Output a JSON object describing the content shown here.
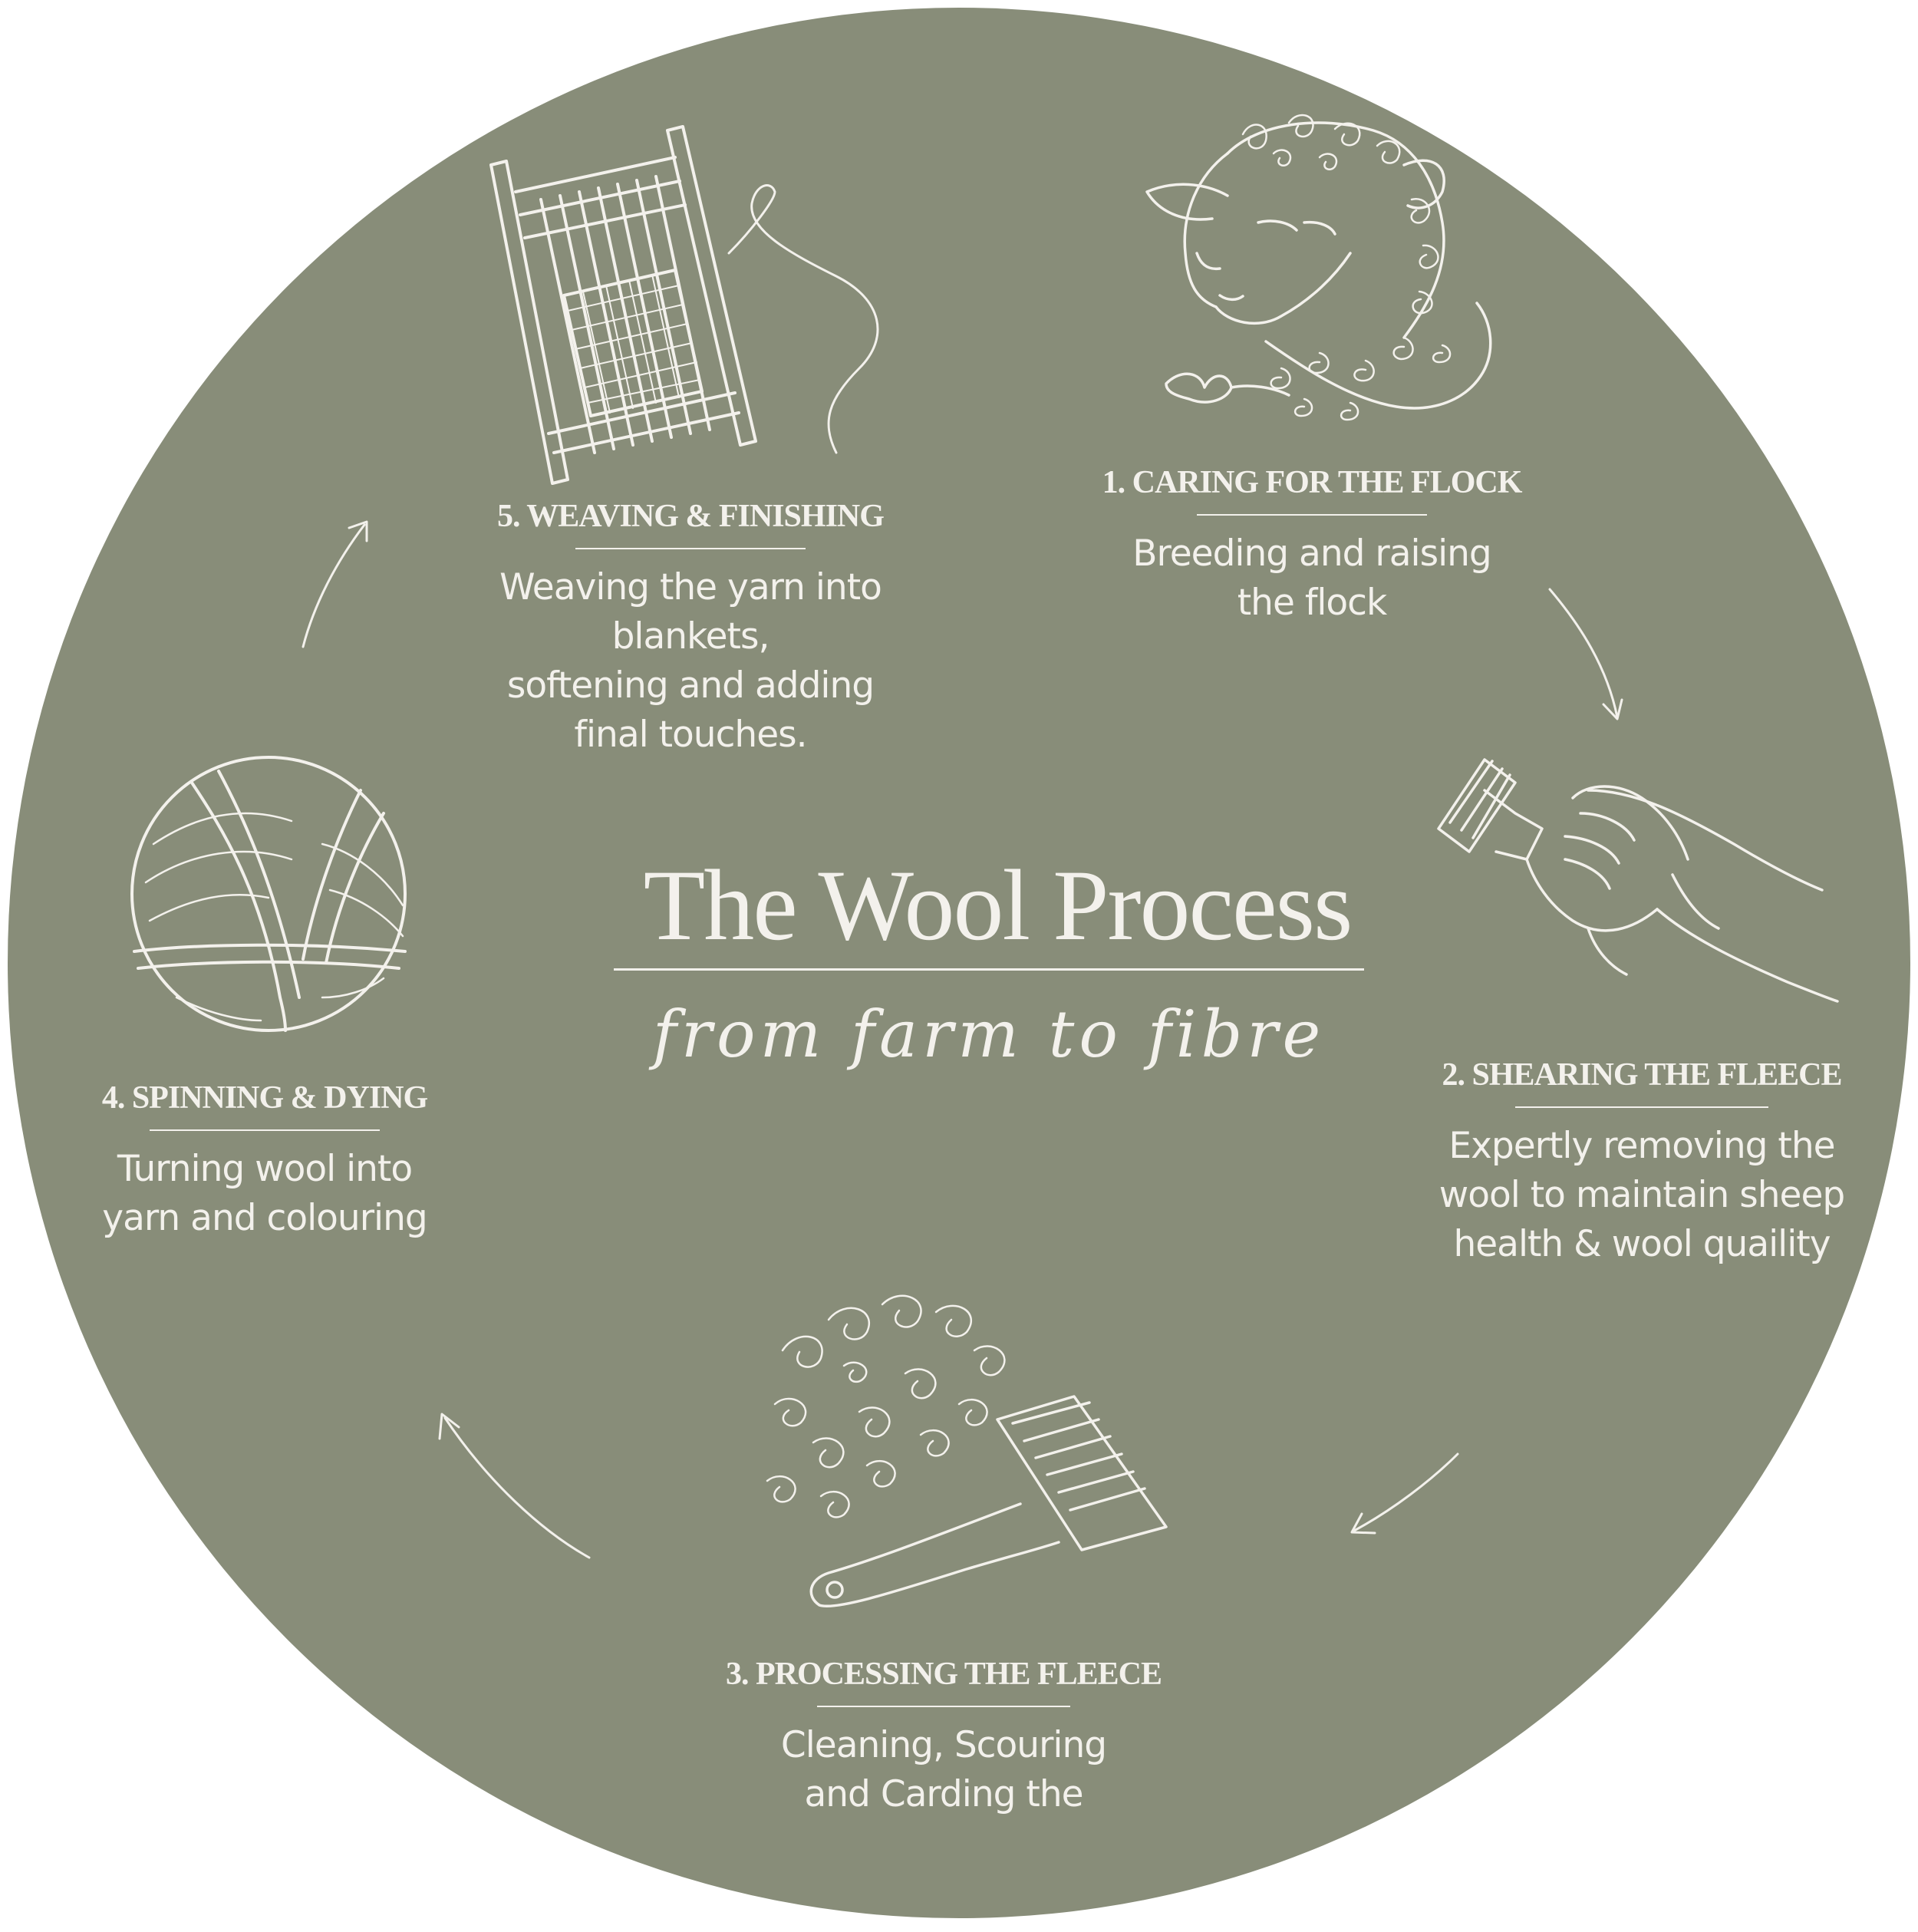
{
  "title": "The Wool Process",
  "subtitle": "from farm to fibre",
  "colors": {
    "background": "#888d79",
    "ink": "#f3f1ec"
  },
  "steps": [
    {
      "heading": "1. CARING FOR THE FLOCK",
      "lines": [
        "Breeding and raising",
        "the flock"
      ],
      "icon": "sheep-head-icon"
    },
    {
      "heading": "2. SHEARING THE FLEECE",
      "lines": [
        "Expertly removing the",
        "wool to maintain sheep",
        "health & wool quaility"
      ],
      "icon": "shears-in-hand-icon"
    },
    {
      "heading": "3. PROCESSING THE FLEECE",
      "lines": [
        "Cleaning, Scouring",
        "and Carding the"
      ],
      "icon": "wool-carder-icon"
    },
    {
      "heading": "4. SPINNING & DYING",
      "lines": [
        "Turning wool into",
        "yarn and colouring"
      ],
      "icon": "yarn-ball-icon"
    },
    {
      "heading": "5. WEAVING & FINISHING",
      "lines": [
        "Weaving the yarn into",
        "blankets,",
        "softening and adding",
        "final touches."
      ],
      "icon": "weaving-loom-icon"
    }
  ]
}
